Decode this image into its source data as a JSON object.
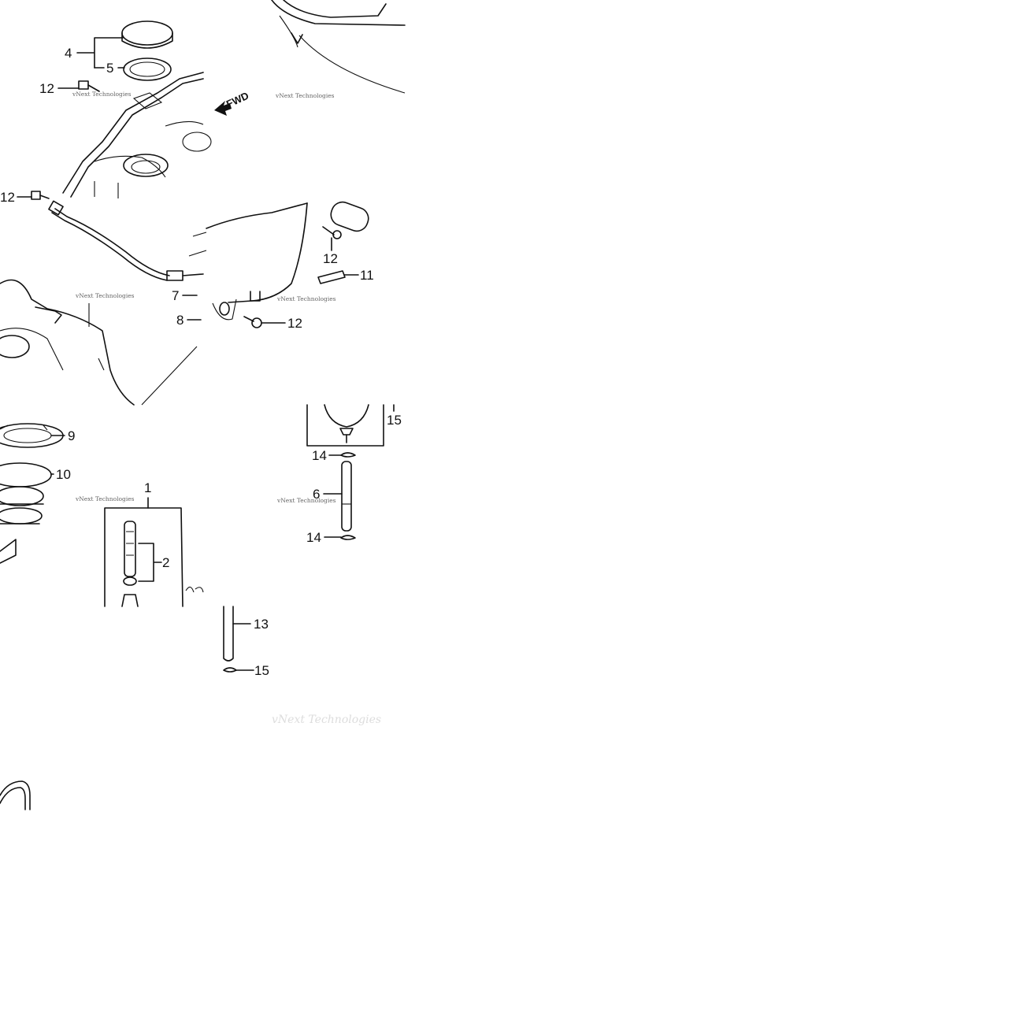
{
  "diagram": {
    "callouts": {
      "c1": "1",
      "c2": "2",
      "c4": "4",
      "c5": "5",
      "c6": "6",
      "c7": "7",
      "c8": "8",
      "c9": "9",
      "c10": "10",
      "c11": "11",
      "c12a": "12",
      "c12b": "12",
      "c12c": "12",
      "c12d": "12",
      "c13": "13",
      "c14a": "14",
      "c14b": "14",
      "c15a": "15",
      "c15b": "15"
    },
    "fwd_label": "FWD",
    "watermarks": {
      "w1": "vNext Technologies",
      "w2": "vNext Technologies",
      "w3": "vNext Technologies",
      "w4": "vNext Technologies",
      "w5": "vNext Technologies",
      "w6": "vNext Technologies",
      "w7": "vNext Technologies"
    }
  }
}
